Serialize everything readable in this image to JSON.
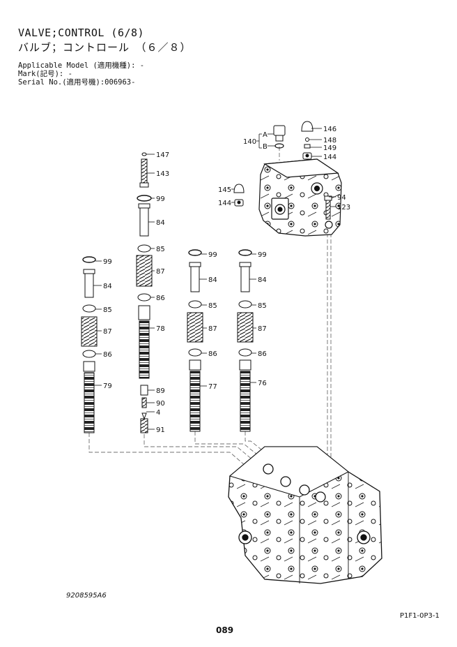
{
  "header": {
    "title_en": "VALVE;CONTROL (6/8)",
    "title_jp": "バルブ；コントロール　（６／８）",
    "applicable_model": "Applicable Model (適用機種): -",
    "mark": "Mark(記号): -",
    "serial": "Serial No.(適用号機):006963-"
  },
  "callouts": {
    "c146": "146",
    "c148": "148",
    "c149": "149",
    "c144a": "144",
    "c140": "140",
    "cA": "A",
    "cB": "B",
    "c145": "145",
    "c144b": "144",
    "c94": "94",
    "c123": "123",
    "c147": "147",
    "c143": "143",
    "c99a": "99",
    "c84a": "84",
    "c85a": "85",
    "c87a": "87",
    "c86a": "86",
    "c78": "78",
    "c89": "89",
    "c90": "90",
    "c4": "4",
    "c91": "91",
    "c99b": "99",
    "c84b": "84",
    "c85b": "85",
    "c87b": "87",
    "c86b": "86",
    "c79": "79",
    "c99c": "99",
    "c84c": "84",
    "c85c": "85",
    "c87c": "87",
    "c86c": "86",
    "c77": "77",
    "c99d": "99",
    "c84d": "84",
    "c85d": "85",
    "c87d": "87",
    "c86d": "86",
    "c76": "76"
  },
  "footer": {
    "figure_id": "9208595A6",
    "page_code": "P1F1-0P3-1",
    "page_number": "089"
  }
}
